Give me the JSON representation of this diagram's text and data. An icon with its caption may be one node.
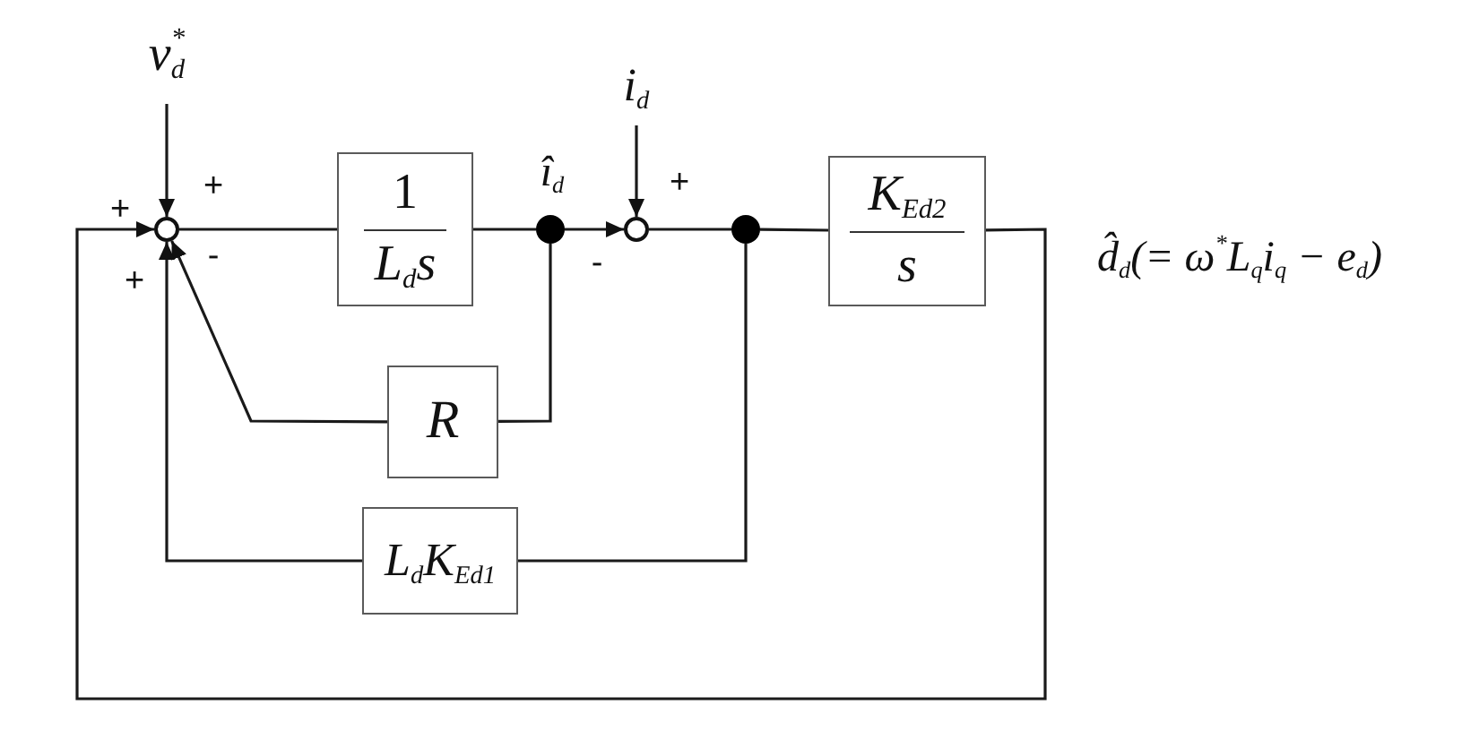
{
  "diagram": {
    "nodes": [
      {
        "text": [
          "v$_{d}$$^{*}$"
        ]
      },
      {
        "text": [],
        "shape": "circle"
      },
      {
        "text": [
          "1",
          "L$_{d}$s"
        ]
      },
      {
        "text": [],
        "shape": "dot",
        "beside": [
          "î$_{d}$"
        ]
      },
      {
        "text": [
          "i$_{d}$"
        ]
      },
      {
        "text": [],
        "shape": "circle"
      },
      {
        "text": [],
        "shape": "dot"
      },
      {
        "text": [
          "K$_{Ed2}$",
          "s"
        ]
      },
      {
        "text": [
          "R"
        ]
      },
      {
        "text": [
          "L$_{d}$K$_{Ed1}$"
        ]
      }
    ],
    "edges": [
      {
        "from": 0,
        "to": 1,
        "arrow": "to",
        "label": "+"
      },
      {
        "from": 1,
        "to": 2,
        "arrow": "none"
      },
      {
        "from": 2,
        "to": 3,
        "arrow": "none"
      },
      {
        "from": 3,
        "to": 5,
        "arrow": "to",
        "label": "-"
      },
      {
        "from": 4,
        "to": 5,
        "arrow": "to",
        "label": "+"
      },
      {
        "from": 5,
        "to": 6,
        "arrow": "none"
      },
      {
        "from": 6,
        "to": 7,
        "arrow": "none"
      },
      {
        "from": 3,
        "to": 8,
        "arrow": "none"
      },
      {
        "from": 8,
        "to": 1,
        "arrow": "to",
        "label": "-"
      },
      {
        "from": 6,
        "to": 9,
        "arrow": "none"
      },
      {
        "from": 9,
        "to": 1,
        "arrow": "to",
        "label": "+"
      },
      {
        "from": 7,
        "to": 1,
        "arrow": "to",
        "label": "+"
      }
    ],
    "labels": [
      "d̂$_{d}$(= ω$^{*}$L$_{q}$i$_{q}$ − e$_{d}$)"
    ]
  }
}
